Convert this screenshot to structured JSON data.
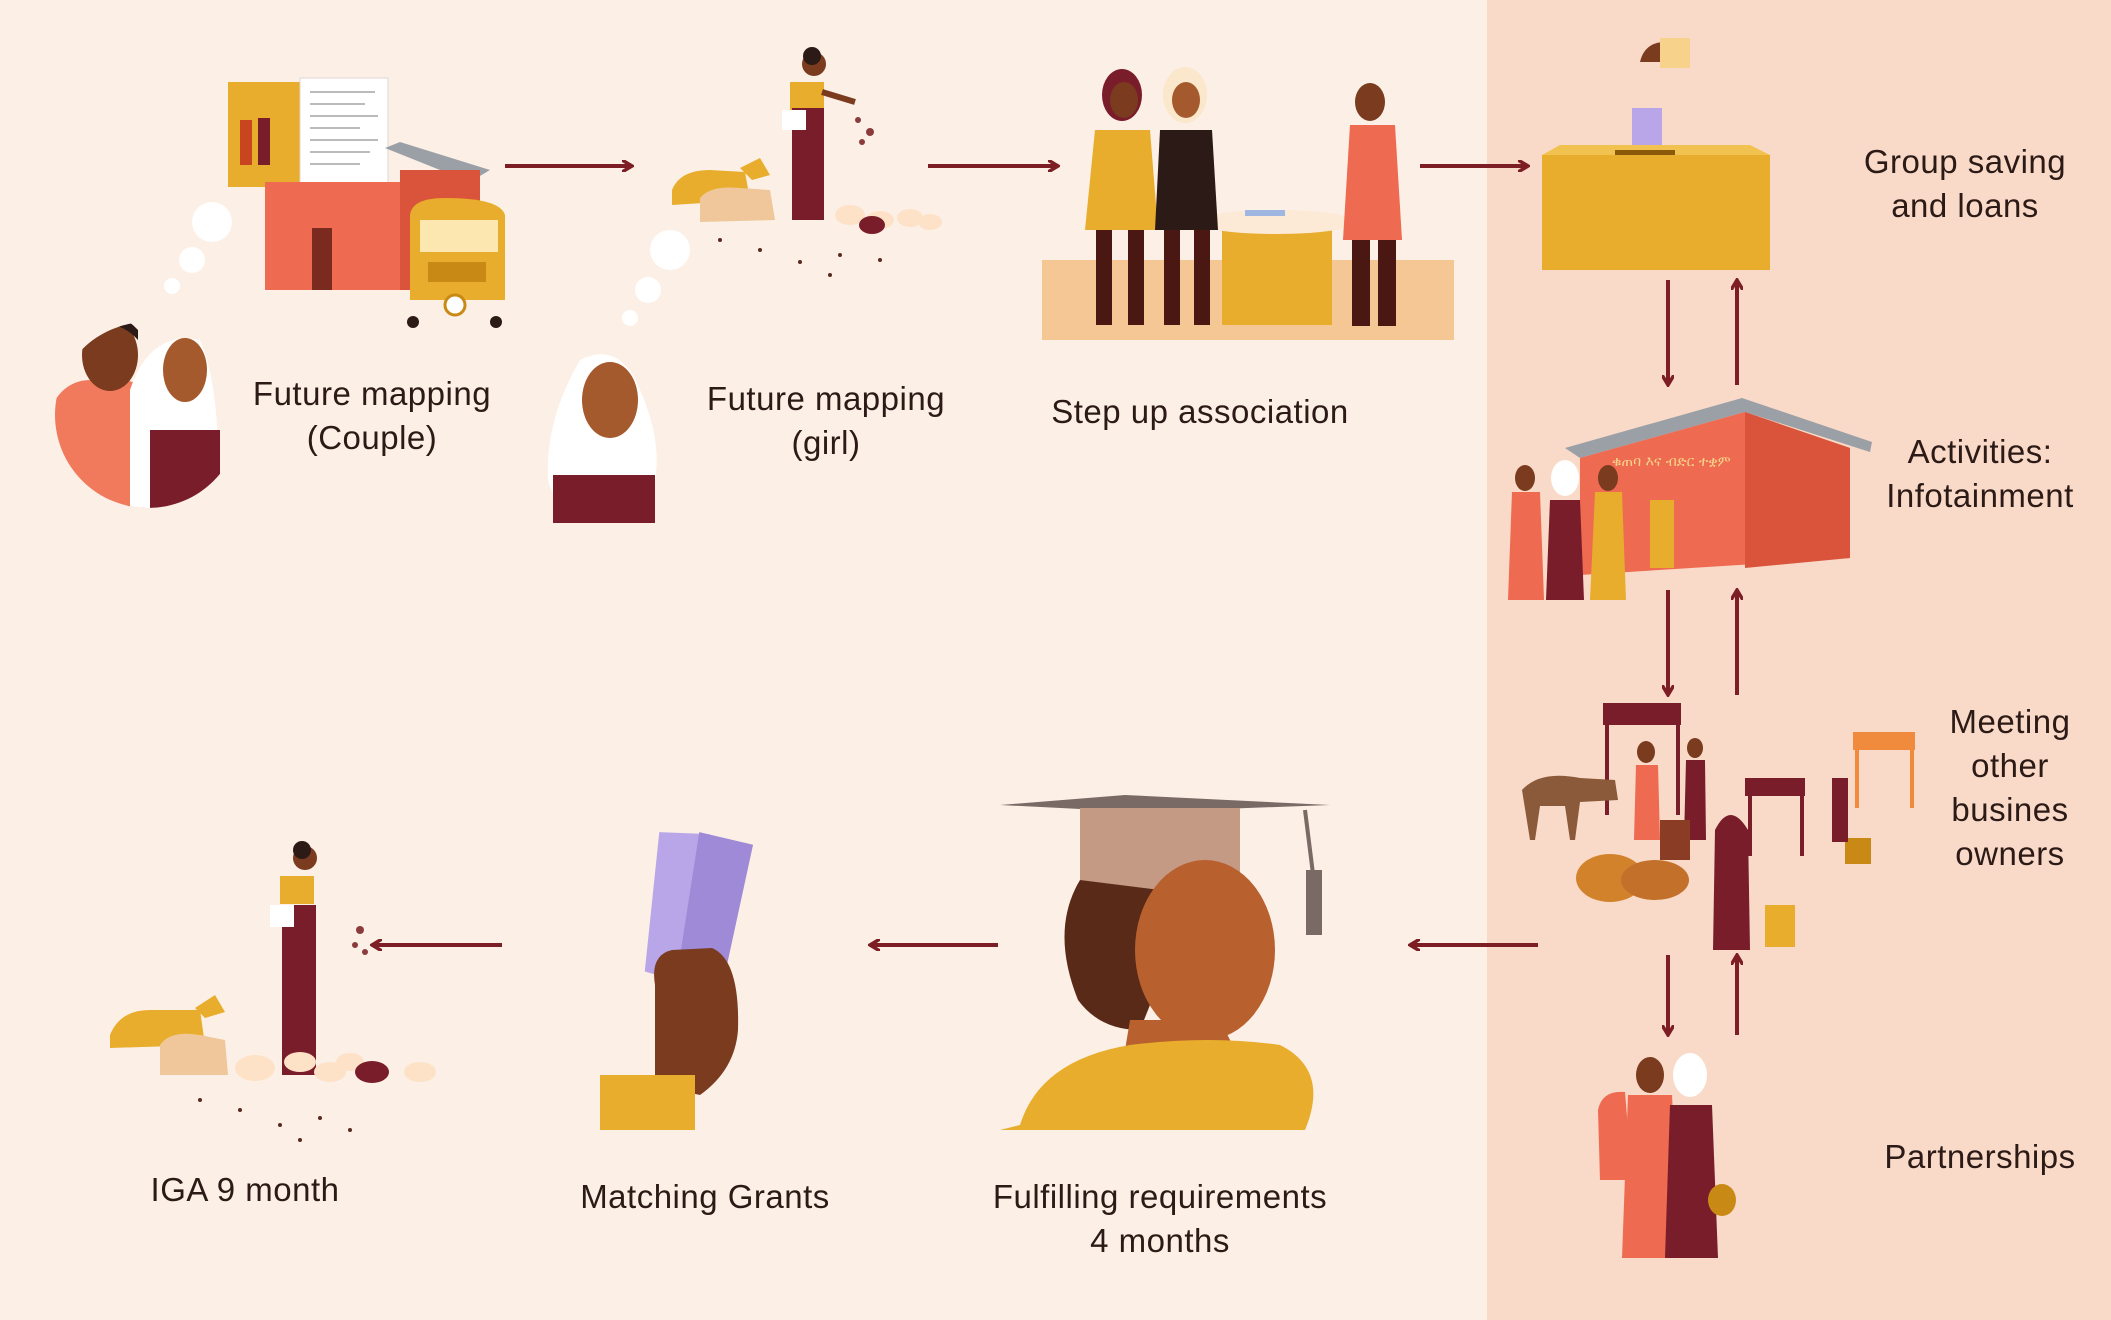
{
  "colors": {
    "background": "#fcefe6",
    "right_panel": "#f9d9c7",
    "arrow": "#7d1e24",
    "skin_dark": "#7a3b1f",
    "skin": "#a55a2d",
    "maroon": "#7a1d2a",
    "mustard": "#e8ad2c",
    "coral": "#ee6a50",
    "white": "#ffffff"
  },
  "steps": {
    "future_mapping_couple": {
      "line1": "Future mapping",
      "line2": "(Couple)"
    },
    "future_mapping_girl": {
      "line1": "Future mapping",
      "line2": "(girl)"
    },
    "step_up_association": {
      "line1": "Step up association"
    },
    "group_saving": {
      "line1": "Group saving",
      "line2": "and loans"
    },
    "activities": {
      "line1": "Activities:",
      "line2": "Infotainment"
    },
    "meeting": {
      "line1": "Meeting",
      "line2": "other",
      "line3": "busines",
      "line4": "owners"
    },
    "partnerships": {
      "line1": "Partnerships"
    },
    "fulfilling": {
      "line1": "Fulfilling requirements",
      "line2": "4 months"
    },
    "matching_grants": {
      "line1": "Matching Grants"
    },
    "iga": {
      "line1": "IGA 9 month"
    }
  },
  "icons": {
    "couple": "couple-portrait-icon",
    "girl": "girl-portrait-icon",
    "house": "house-icon",
    "rickshaw": "auto-rickshaw-icon",
    "flyer": "flyer-poster-icon",
    "farmer": "farmer-with-livestock-icon",
    "group": "women-group-table-icon",
    "box": "savings-box-icon",
    "center": "community-center-icon",
    "market": "market-stalls-icon",
    "partners": "two-women-partners-icon",
    "graduate": "graduate-woman-icon",
    "cash": "hand-with-cash-icon"
  },
  "house_sign": "ቁጠባ እና ብድር ተቋም"
}
